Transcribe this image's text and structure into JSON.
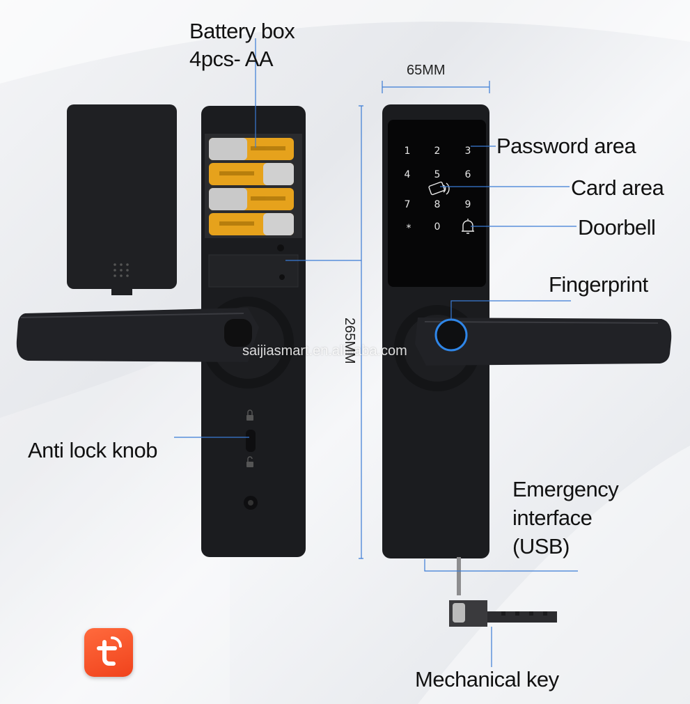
{
  "labels": {
    "battery_box_line1": "Battery box",
    "battery_box_line2": "4pcs- AA",
    "width_dimension": "65MM",
    "height_dimension": "265MM",
    "password_area": "Password area",
    "card_area": "Card area",
    "doorbell": "Doorbell",
    "fingerprint": "Fingerprint",
    "anti_lock_knob": "Anti lock knob",
    "emergency_line1": "Emergency",
    "emergency_line2": "interface",
    "emergency_line3": "(USB)",
    "mechanical_key": "Mechanical key"
  },
  "keypad": {
    "keys": [
      "1",
      "2",
      "3",
      "4",
      "5",
      "6",
      "7",
      "8",
      "9",
      "*",
      "0"
    ]
  },
  "watermark": "saijiasmart.en.alibaba.com",
  "colors": {
    "lock_body": "#1c1d20",
    "battery_gold": "#e6a21c",
    "battery_silver": "#c9c9c9",
    "callout_line": "#3a7bd5",
    "fingerprint_ring": "#2f86e8",
    "tuya_orange": "#f0431c"
  },
  "icons": [
    "card-icon",
    "bell-icon",
    "tuya-logo-icon",
    "lock-icon",
    "unlock-icon"
  ]
}
